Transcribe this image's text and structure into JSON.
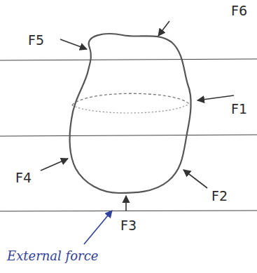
{
  "diagram": {
    "labels": [
      "F5",
      "F6",
      "F1",
      "F4",
      "F2",
      "F3",
      "External force"
    ]
  }
}
